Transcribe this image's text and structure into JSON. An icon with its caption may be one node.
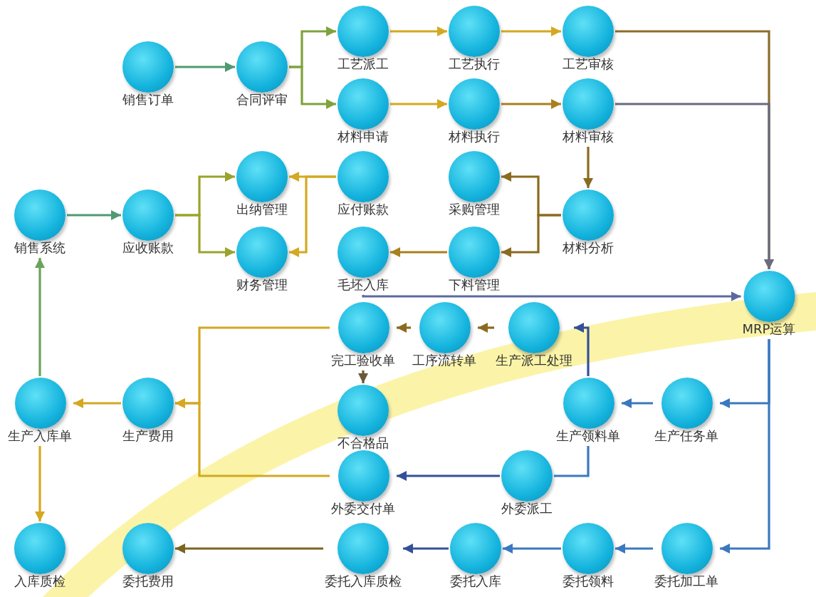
{
  "diagram": {
    "nodes": [
      {
        "text": [
          "销售订单"
        ]
      },
      {
        "text": [
          "合同评审"
        ]
      },
      {
        "text": [
          "工艺派工"
        ]
      },
      {
        "text": [
          "工艺执行"
        ]
      },
      {
        "text": [
          "工艺审核"
        ]
      },
      {
        "text": [
          "材料申请"
        ]
      },
      {
        "text": [
          "材料执行"
        ]
      },
      {
        "text": [
          "材料审核"
        ]
      },
      {
        "text": [
          "出纳管理"
        ]
      },
      {
        "text": [
          "应付账款"
        ]
      },
      {
        "text": [
          "采购管理"
        ]
      },
      {
        "text": [
          "销售系统"
        ]
      },
      {
        "text": [
          "应收账款"
        ]
      },
      {
        "text": [
          "财务管理"
        ]
      },
      {
        "text": [
          "毛坯入库"
        ]
      },
      {
        "text": [
          "下料管理"
        ]
      },
      {
        "text": [
          "材料分析"
        ]
      },
      {
        "text": [
          "MRP运算"
        ]
      },
      {
        "text": [
          "完工验收单"
        ]
      },
      {
        "text": [
          "工序流转单"
        ]
      },
      {
        "text": [
          "生产派工处理"
        ]
      },
      {
        "text": [
          "生产入库单"
        ]
      },
      {
        "text": [
          "生产费用"
        ]
      },
      {
        "text": [
          "不合格品"
        ]
      },
      {
        "text": [
          "生产领料单"
        ]
      },
      {
        "text": [
          "生产任务单"
        ]
      },
      {
        "text": [
          "外委交付单"
        ]
      },
      {
        "text": [
          "外委派工"
        ]
      },
      {
        "text": [
          "入库质检"
        ]
      },
      {
        "text": [
          "委托费用"
        ]
      },
      {
        "text": [
          "委托入库质检"
        ]
      },
      {
        "text": [
          "委托入库"
        ]
      },
      {
        "text": [
          "委托领料"
        ]
      },
      {
        "text": [
          "委托加工单"
        ]
      }
    ],
    "edges": [
      {
        "from": 0,
        "to": 1,
        "arrow": "to",
        "color": "#4f9a72"
      },
      {
        "from": 1,
        "to": 2,
        "arrow": "to",
        "color": "#7fa33c"
      },
      {
        "from": 1,
        "to": 5,
        "arrow": "to",
        "color": "#7fa33c"
      },
      {
        "from": 2,
        "to": 3,
        "arrow": "to"
      },
      {
        "from": 3,
        "to": 4,
        "arrow": "to"
      },
      {
        "from": 5,
        "to": 6,
        "arrow": "to"
      },
      {
        "from": 6,
        "to": 7,
        "arrow": "to",
        "color": "#a9801e"
      },
      {
        "from": 4,
        "to": 17,
        "arrow": "to",
        "color": "#8a6d2a"
      },
      {
        "from": 7,
        "to": 17,
        "arrow": "to",
        "color": "#6a6a80"
      },
      {
        "from": 7,
        "to": 16,
        "arrow": "to",
        "color": "#8a6a1e"
      },
      {
        "from": 16,
        "to": 10,
        "arrow": "to",
        "color": "#8a6a1e"
      },
      {
        "from": 16,
        "to": 15,
        "arrow": "to",
        "color": "#8a6a1e"
      },
      {
        "from": 9,
        "to": 8,
        "arrow": "to"
      },
      {
        "from": 9,
        "to": 13,
        "arrow": "to"
      },
      {
        "from": 11,
        "to": 12,
        "arrow": "to",
        "color": "#4f9a72"
      },
      {
        "from": 12,
        "to": 8,
        "arrow": "to",
        "color": "#9aa32c"
      },
      {
        "from": 12,
        "to": 13,
        "arrow": "to",
        "color": "#9aa32c"
      },
      {
        "from": 15,
        "to": 14,
        "arrow": "to",
        "color": "#a9801e"
      },
      {
        "from": 14,
        "to": 17,
        "arrow": "to",
        "color": "#5a6aa0"
      },
      {
        "from": 17,
        "to": 25,
        "arrow": "to",
        "color": "#3a78c0"
      },
      {
        "from": 17,
        "to": 33,
        "arrow": "to",
        "color": "#3a78c0"
      },
      {
        "from": 25,
        "to": 24,
        "arrow": "to",
        "color": "#3a78c0"
      },
      {
        "from": 24,
        "to": 20,
        "arrow": "to",
        "color": "#34509a"
      },
      {
        "from": 24,
        "to": 27,
        "arrow": "none",
        "color": "#3a78c0"
      },
      {
        "from": 20,
        "to": 19,
        "arrow": "to",
        "color": "#8a6a1e"
      },
      {
        "from": 19,
        "to": 18,
        "arrow": "to",
        "color": "#8a6a1e"
      },
      {
        "from": 18,
        "to": 23,
        "arrow": "to",
        "color": "#6a5a3a"
      },
      {
        "from": 18,
        "to": 22,
        "arrow": "to"
      },
      {
        "from": 26,
        "to": 22,
        "arrow": "to"
      },
      {
        "from": 22,
        "to": 21,
        "arrow": "to"
      },
      {
        "from": 21,
        "to": 28,
        "arrow": "to"
      },
      {
        "from": 21,
        "to": 11,
        "arrow": "to",
        "color": "#6aa35a"
      },
      {
        "from": 27,
        "to": 26,
        "arrow": "to",
        "color": "#34509a"
      },
      {
        "from": 33,
        "to": 32,
        "arrow": "to",
        "color": "#3a78c0"
      },
      {
        "from": 32,
        "to": 31,
        "arrow": "to",
        "color": "#3a78c0"
      },
      {
        "from": 31,
        "to": 30,
        "arrow": "to",
        "color": "#34509a"
      },
      {
        "from": 30,
        "to": 29,
        "arrow": "to",
        "color": "#7a6420"
      }
    ]
  }
}
